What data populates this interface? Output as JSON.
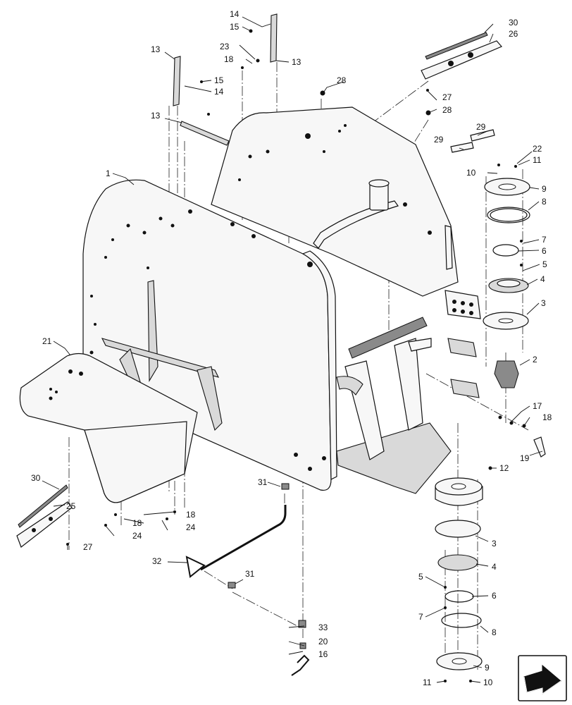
{
  "callouts": [
    {
      "id": "c1",
      "text": "1"
    },
    {
      "id": "c2",
      "text": "2"
    },
    {
      "id": "c3a",
      "text": "3"
    },
    {
      "id": "c3b",
      "text": "3"
    },
    {
      "id": "c4a",
      "text": "4"
    },
    {
      "id": "c4b",
      "text": "4"
    },
    {
      "id": "c5a",
      "text": "5"
    },
    {
      "id": "c5b",
      "text": "5"
    },
    {
      "id": "c6a",
      "text": "6"
    },
    {
      "id": "c6b",
      "text": "6"
    },
    {
      "id": "c7a",
      "text": "7"
    },
    {
      "id": "c7b",
      "text": "7"
    },
    {
      "id": "c8a",
      "text": "8"
    },
    {
      "id": "c8b",
      "text": "8"
    },
    {
      "id": "c9a",
      "text": "9"
    },
    {
      "id": "c9b",
      "text": "9"
    },
    {
      "id": "c10a",
      "text": "10"
    },
    {
      "id": "c10b",
      "text": "10"
    },
    {
      "id": "c11a",
      "text": "11"
    },
    {
      "id": "c11b",
      "text": "11"
    },
    {
      "id": "c12",
      "text": "12"
    },
    {
      "id": "c13a",
      "text": "13"
    },
    {
      "id": "c13b",
      "text": "13"
    },
    {
      "id": "c13c",
      "text": "13"
    },
    {
      "id": "c14a",
      "text": "14"
    },
    {
      "id": "c14b",
      "text": "14"
    },
    {
      "id": "c15a",
      "text": "15"
    },
    {
      "id": "c15b",
      "text": "15"
    },
    {
      "id": "c16",
      "text": "16"
    },
    {
      "id": "c17",
      "text": "17"
    },
    {
      "id": "c18a",
      "text": "18"
    },
    {
      "id": "c18b",
      "text": "18"
    },
    {
      "id": "c18c",
      "text": "18"
    },
    {
      "id": "c18d",
      "text": "18"
    },
    {
      "id": "c19",
      "text": "19"
    },
    {
      "id": "c20",
      "text": "20"
    },
    {
      "id": "c21",
      "text": "21"
    },
    {
      "id": "c22",
      "text": "22"
    },
    {
      "id": "c23",
      "text": "23"
    },
    {
      "id": "c24a",
      "text": "24"
    },
    {
      "id": "c24b",
      "text": "24"
    },
    {
      "id": "c25",
      "text": "25"
    },
    {
      "id": "c26",
      "text": "26"
    },
    {
      "id": "c27a",
      "text": "27"
    },
    {
      "id": "c27b",
      "text": "27"
    },
    {
      "id": "c28a",
      "text": "28"
    },
    {
      "id": "c28b",
      "text": "28"
    },
    {
      "id": "c29a",
      "text": "29"
    },
    {
      "id": "c29b",
      "text": "29"
    },
    {
      "id": "c30a",
      "text": "30"
    },
    {
      "id": "c30b",
      "text": "30"
    },
    {
      "id": "c31a",
      "text": "31"
    },
    {
      "id": "c31b",
      "text": "31"
    },
    {
      "id": "c32",
      "text": "32"
    },
    {
      "id": "c33",
      "text": "33"
    }
  ],
  "nav_icon": "next-page-arrow-icon"
}
